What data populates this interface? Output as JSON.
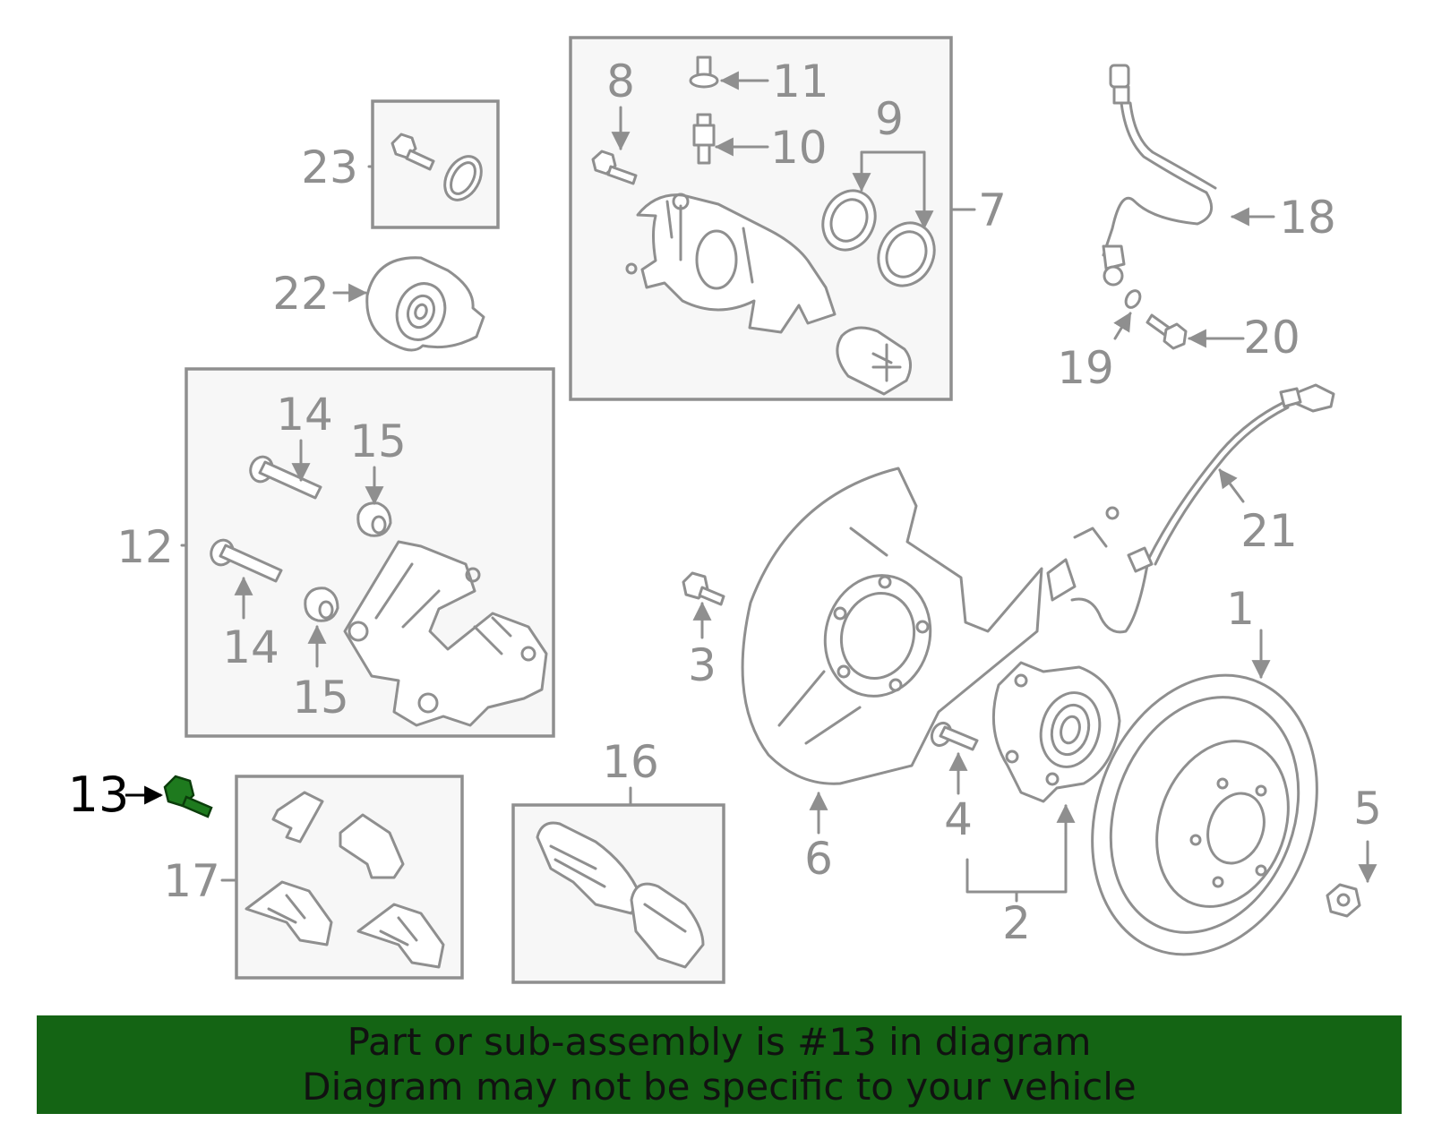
{
  "diagram": {
    "callouts": [
      {
        "id": "1",
        "text": "1"
      },
      {
        "id": "2",
        "text": "2"
      },
      {
        "id": "3",
        "text": "3"
      },
      {
        "id": "4",
        "text": "4"
      },
      {
        "id": "5",
        "text": "5"
      },
      {
        "id": "6",
        "text": "6"
      },
      {
        "id": "7",
        "text": "7"
      },
      {
        "id": "8",
        "text": "8"
      },
      {
        "id": "9",
        "text": "9"
      },
      {
        "id": "10",
        "text": "10"
      },
      {
        "id": "11",
        "text": "11"
      },
      {
        "id": "12",
        "text": "12"
      },
      {
        "id": "13",
        "text": "13"
      },
      {
        "id": "14a",
        "text": "14"
      },
      {
        "id": "14b",
        "text": "14"
      },
      {
        "id": "15a",
        "text": "15"
      },
      {
        "id": "15b",
        "text": "15"
      },
      {
        "id": "16",
        "text": "16"
      },
      {
        "id": "17",
        "text": "17"
      },
      {
        "id": "18",
        "text": "18"
      },
      {
        "id": "19",
        "text": "19"
      },
      {
        "id": "20",
        "text": "20"
      },
      {
        "id": "21",
        "text": "21"
      },
      {
        "id": "22",
        "text": "22"
      },
      {
        "id": "23",
        "text": "23"
      }
    ],
    "highlighted_part": "13",
    "colors": {
      "line": "#8f8f8f",
      "panel": "#f7f7f7",
      "highlight": "#1e7a1e",
      "banner": "#146414",
      "banner_text": "#111111"
    }
  },
  "banner": {
    "line1": "Part or sub-assembly is #13 in diagram",
    "line2": "Diagram may not be specific to your vehicle"
  }
}
